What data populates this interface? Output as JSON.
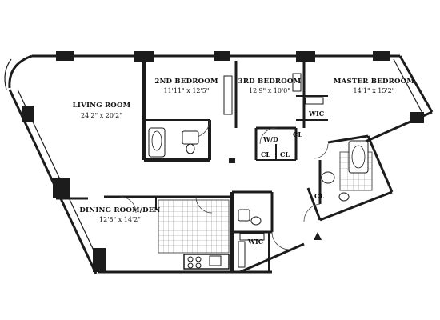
{
  "rooms": {
    "living": {
      "name": "LIVING ROOM",
      "dims": "24'2\" x 20'2\""
    },
    "bed2": {
      "name": "2ND BEDROOM",
      "dims": "11'11\" x 12'5\""
    },
    "bed3": {
      "name": "3RD BEDROOM",
      "dims": "12'9\" x 10'0\""
    },
    "master": {
      "name": "MASTER BEDROOM",
      "dims": "14'1\" x 15'2\""
    },
    "dining": {
      "name": "DINING ROOM/DEN",
      "dims": "12'8\" x 14'2\""
    }
  },
  "tags": {
    "wic_master": "WIC",
    "wd": "W/D",
    "cl_upper": "CL",
    "cl_left": "CL",
    "cl_right": "CL",
    "cl_entry": "CL",
    "wic_kitchen": "WIC"
  },
  "colors": {
    "wall": "#1c1c1c",
    "floor_hatch": "#9a9a9a"
  }
}
